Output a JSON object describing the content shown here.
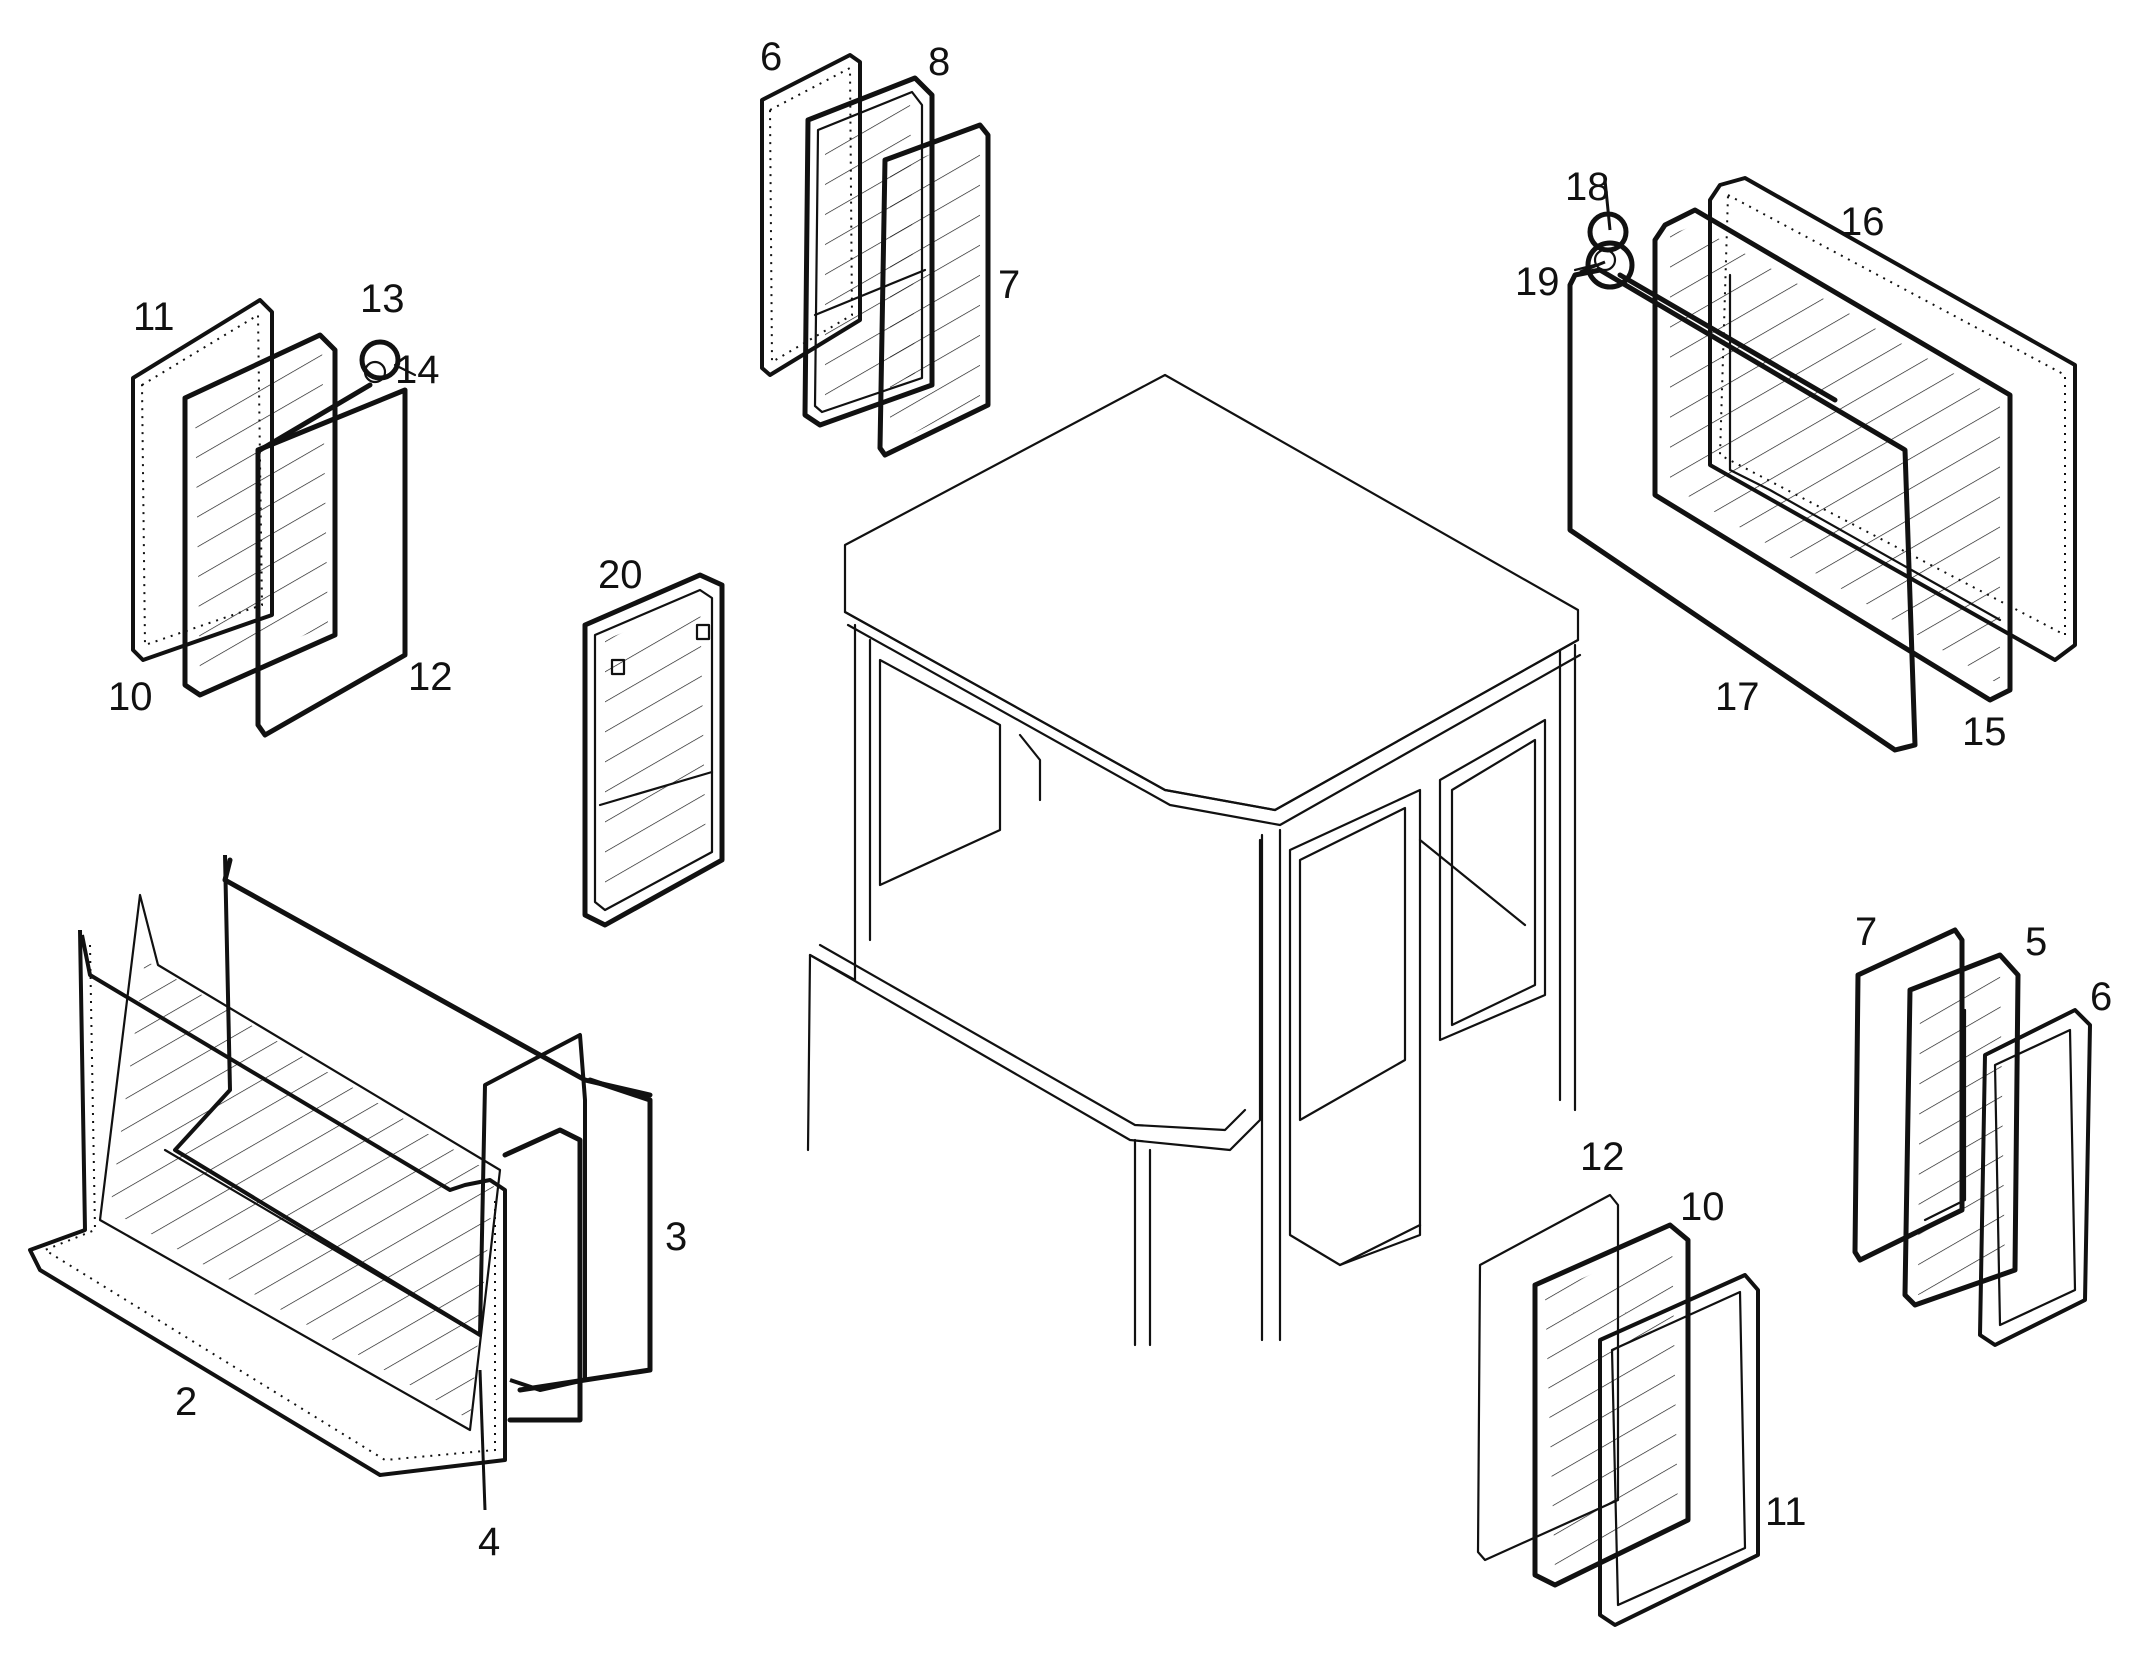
{
  "diagram": {
    "callouts": [
      {
        "id": "c2",
        "text": "2"
      },
      {
        "id": "c3",
        "text": "3"
      },
      {
        "id": "c4",
        "text": "4"
      },
      {
        "id": "c5",
        "text": "5"
      },
      {
        "id": "c6a",
        "text": "6"
      },
      {
        "id": "c6b",
        "text": "6"
      },
      {
        "id": "c7a",
        "text": "7"
      },
      {
        "id": "c7b",
        "text": "7"
      },
      {
        "id": "c8",
        "text": "8"
      },
      {
        "id": "c10a",
        "text": "10"
      },
      {
        "id": "c10b",
        "text": "10"
      },
      {
        "id": "c11a",
        "text": "11"
      },
      {
        "id": "c11b",
        "text": "11"
      },
      {
        "id": "c12a",
        "text": "12"
      },
      {
        "id": "c12b",
        "text": "12"
      },
      {
        "id": "c13",
        "text": "13"
      },
      {
        "id": "c14",
        "text": "14"
      },
      {
        "id": "c15",
        "text": "15"
      },
      {
        "id": "c16",
        "text": "16"
      },
      {
        "id": "c17",
        "text": "17"
      },
      {
        "id": "c18",
        "text": "18"
      },
      {
        "id": "c19",
        "text": "19"
      },
      {
        "id": "c20",
        "text": "20"
      }
    ]
  }
}
